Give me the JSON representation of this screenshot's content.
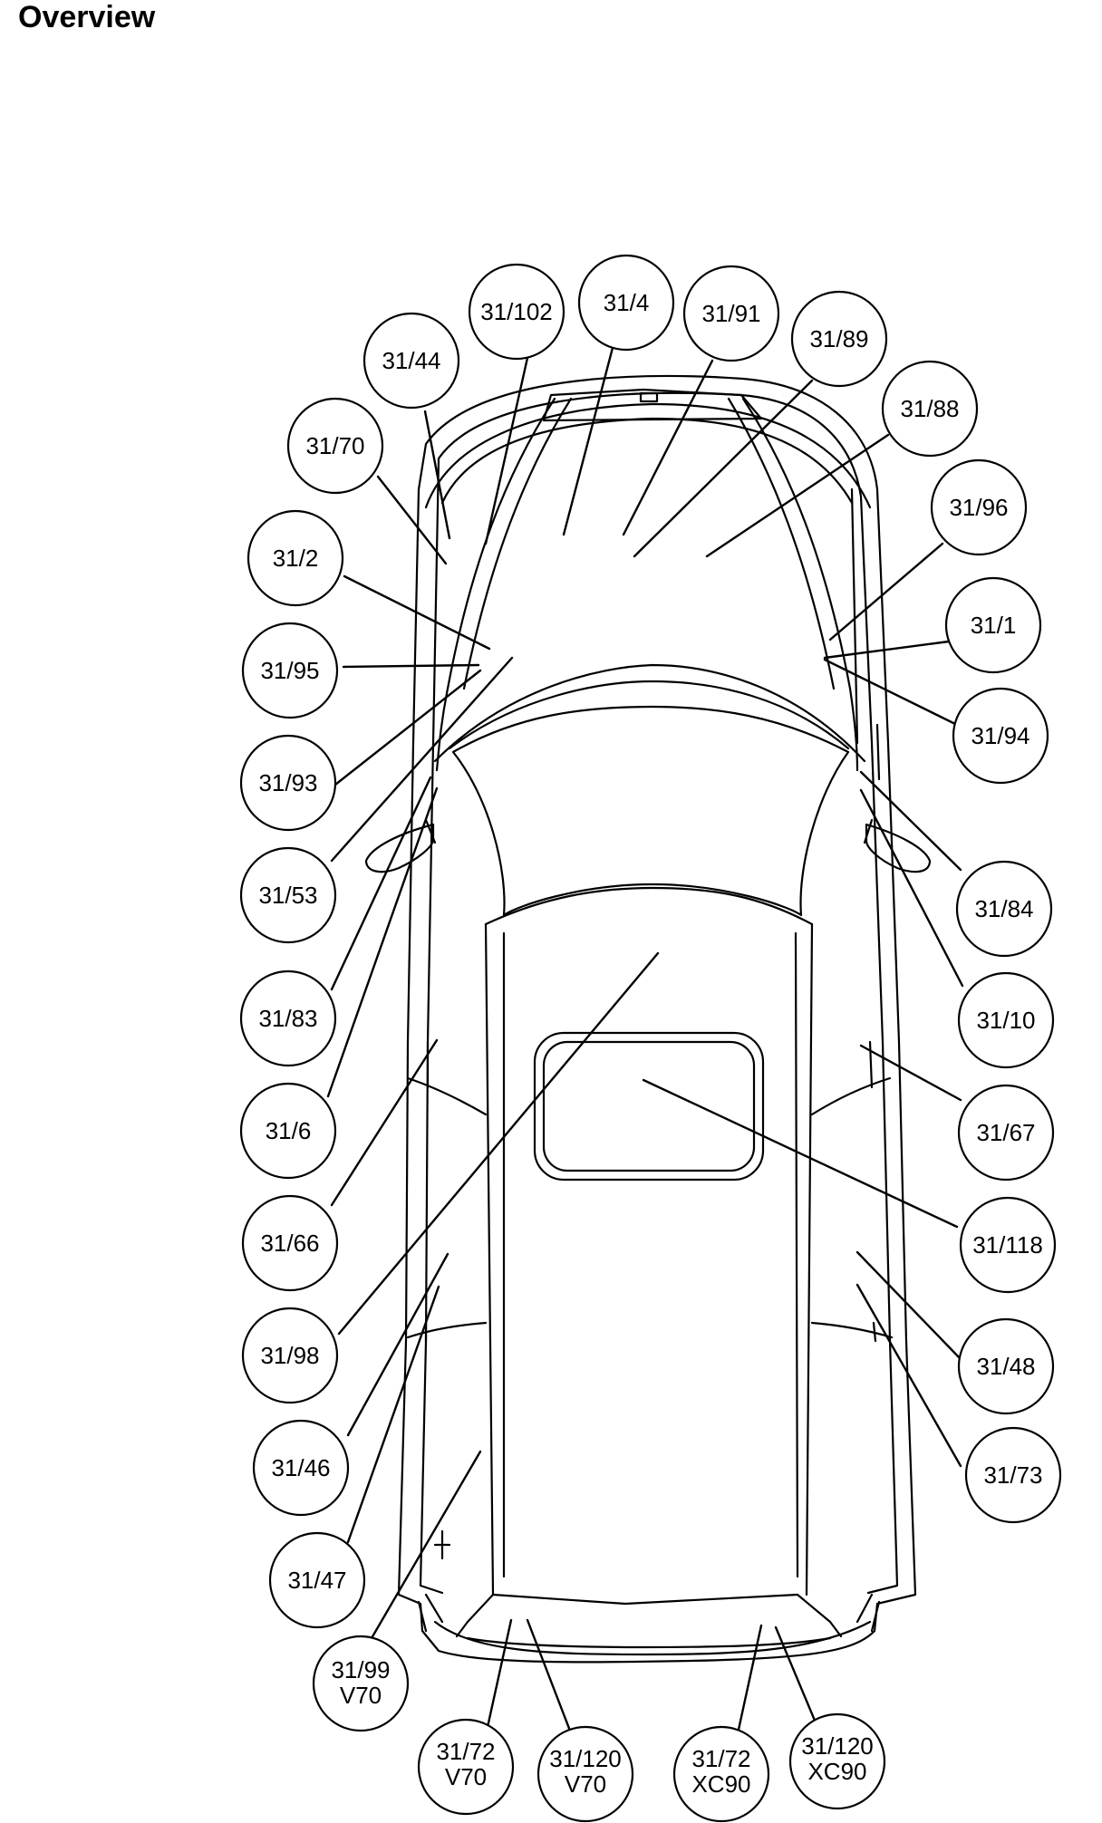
{
  "title": "Overview",
  "callouts": [
    {
      "id": "c-31-102",
      "lines": [
        "31/102"
      ]
    },
    {
      "id": "c-31-4",
      "lines": [
        "31/4"
      ]
    },
    {
      "id": "c-31-91",
      "lines": [
        "31/91"
      ]
    },
    {
      "id": "c-31-89",
      "lines": [
        "31/89"
      ]
    },
    {
      "id": "c-31-44",
      "lines": [
        "31/44"
      ]
    },
    {
      "id": "c-31-88",
      "lines": [
        "31/88"
      ]
    },
    {
      "id": "c-31-70",
      "lines": [
        "31/70"
      ]
    },
    {
      "id": "c-31-96",
      "lines": [
        "31/96"
      ]
    },
    {
      "id": "c-31-2",
      "lines": [
        "31/2"
      ]
    },
    {
      "id": "c-31-1",
      "lines": [
        "31/1"
      ]
    },
    {
      "id": "c-31-95",
      "lines": [
        "31/95"
      ]
    },
    {
      "id": "c-31-94",
      "lines": [
        "31/94"
      ]
    },
    {
      "id": "c-31-93",
      "lines": [
        "31/93"
      ]
    },
    {
      "id": "c-31-53",
      "lines": [
        "31/53"
      ]
    },
    {
      "id": "c-31-84",
      "lines": [
        "31/84"
      ]
    },
    {
      "id": "c-31-83",
      "lines": [
        "31/83"
      ]
    },
    {
      "id": "c-31-10",
      "lines": [
        "31/10"
      ]
    },
    {
      "id": "c-31-6",
      "lines": [
        "31/6"
      ]
    },
    {
      "id": "c-31-67",
      "lines": [
        "31/67"
      ]
    },
    {
      "id": "c-31-66",
      "lines": [
        "31/66"
      ]
    },
    {
      "id": "c-31-118",
      "lines": [
        "31/118"
      ]
    },
    {
      "id": "c-31-98",
      "lines": [
        "31/98"
      ]
    },
    {
      "id": "c-31-48",
      "lines": [
        "31/48"
      ]
    },
    {
      "id": "c-31-46",
      "lines": [
        "31/46"
      ]
    },
    {
      "id": "c-31-73",
      "lines": [
        "31/73"
      ]
    },
    {
      "id": "c-31-47",
      "lines": [
        "31/47"
      ]
    },
    {
      "id": "c-31-99-v70",
      "lines": [
        "31/99",
        "V70"
      ]
    },
    {
      "id": "c-31-72-v70",
      "lines": [
        "31/72",
        "V70"
      ]
    },
    {
      "id": "c-31-120-v70",
      "lines": [
        "31/120",
        "V70"
      ]
    },
    {
      "id": "c-31-72-xc90",
      "lines": [
        "31/72",
        "XC90"
      ]
    },
    {
      "id": "c-31-120-xc90",
      "lines": [
        "31/120",
        "XC90"
      ]
    }
  ]
}
